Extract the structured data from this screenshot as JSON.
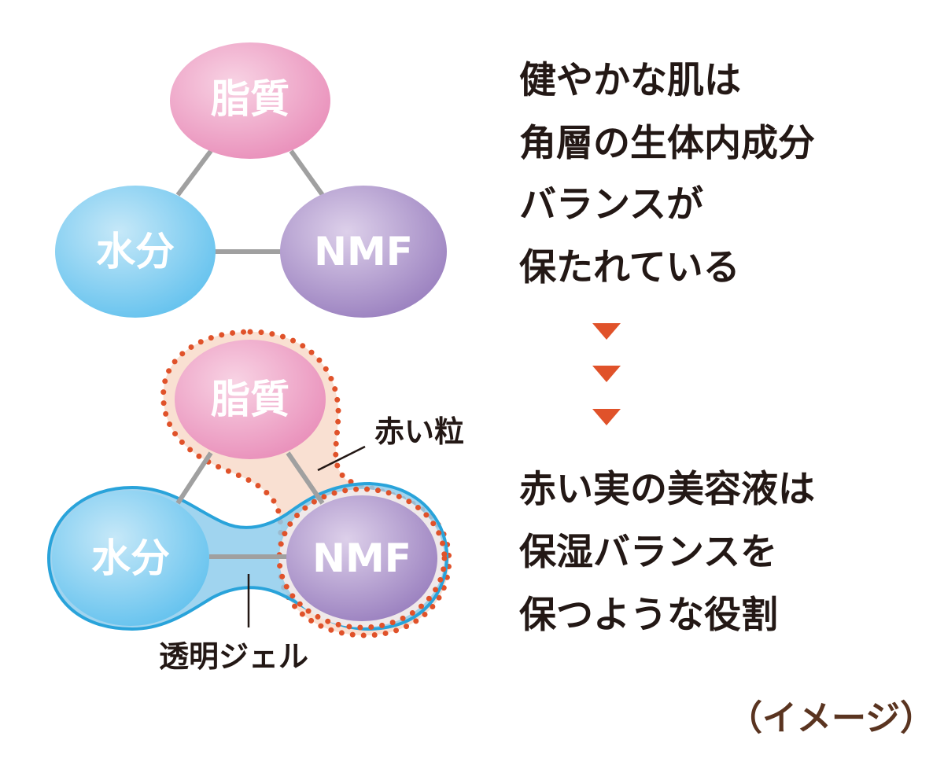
{
  "diagram_top": {
    "nodes": {
      "lipid": "脂質",
      "water": "水分",
      "nmf": "NMF"
    }
  },
  "diagram_bottom": {
    "nodes": {
      "lipid": "脂質",
      "water": "水分",
      "nmf": "NMF"
    },
    "callouts": {
      "red_particle": "赤い粒",
      "clear_gel": "透明ジェル"
    }
  },
  "message_top": [
    "健やかな肌は",
    "角層の生体内成分",
    "バランスが",
    "保たれている"
  ],
  "message_bottom": [
    "赤い実の美容液は",
    "保湿バランスを",
    "保つような役割"
  ],
  "note": "（イメージ）",
  "colors": {
    "accent": "#e0522a",
    "gel": "#29a3da",
    "note": "#5a3420"
  }
}
